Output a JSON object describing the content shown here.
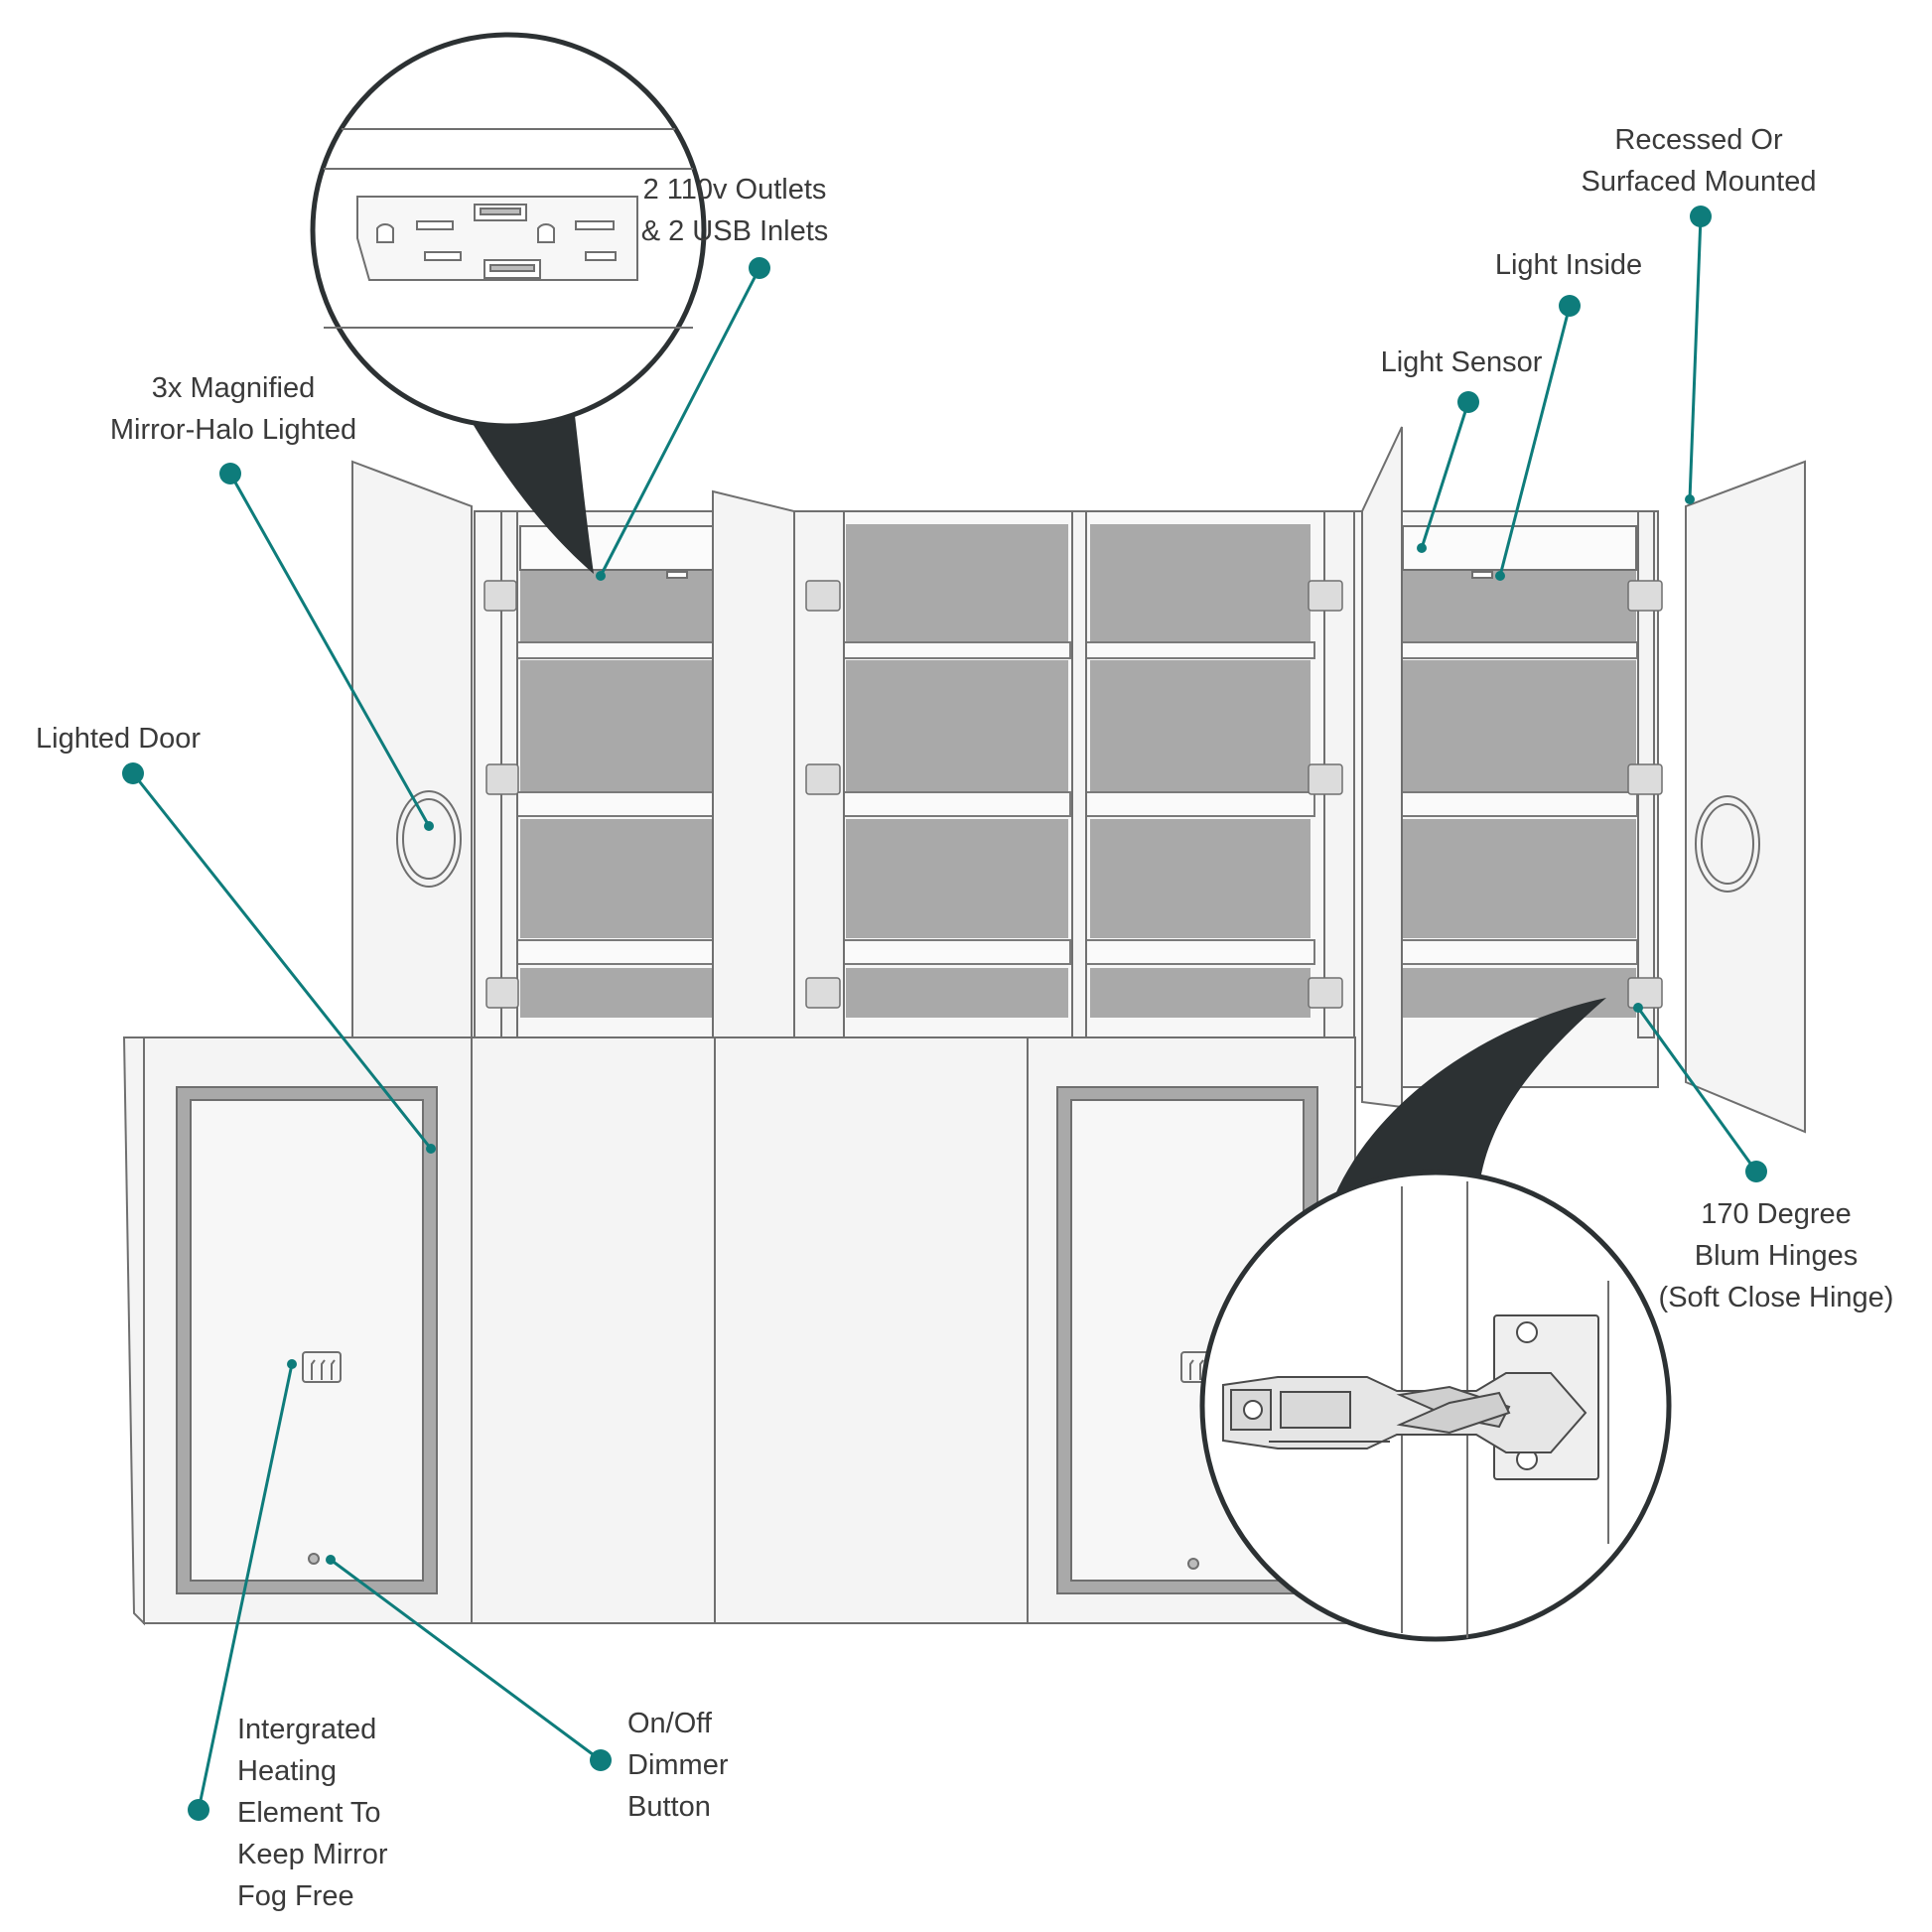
{
  "colors": {
    "accent": "#0e7c7b",
    "outline": "#6f6f6f",
    "panel_fill": "#f4f4f4",
    "shelf_fill": "#a9a9a9",
    "bubble_fill": "#2c3133",
    "label_text": "#3a3a3a"
  },
  "callouts": {
    "outlets": {
      "text": "2 110v Outlets\n& 2 USB Inlets"
    },
    "recessed": {
      "text": "Recessed Or\nSurfaced Mounted"
    },
    "light_inside": {
      "text": "Light Inside"
    },
    "light_sensor": {
      "text": "Light Sensor"
    },
    "magnified": {
      "text": "3x Magnified\nMirror-Halo Lighted"
    },
    "lighted_door": {
      "text": "Lighted Door"
    },
    "hinges": {
      "text": "170 Degree\nBlum Hinges\n(Soft Close Hinge)"
    },
    "heating": {
      "text": "Intergrated\nHeating\nElement To\nKeep Mirror\nFog Free"
    },
    "dimmer": {
      "text": "On/Off\nDimmer\nButton"
    }
  },
  "icons": {
    "defog": "heating-element-icon",
    "dimmer": "dimmer-button-icon",
    "outlet": "power-outlet-icon",
    "hinge": "hinge-icon"
  }
}
